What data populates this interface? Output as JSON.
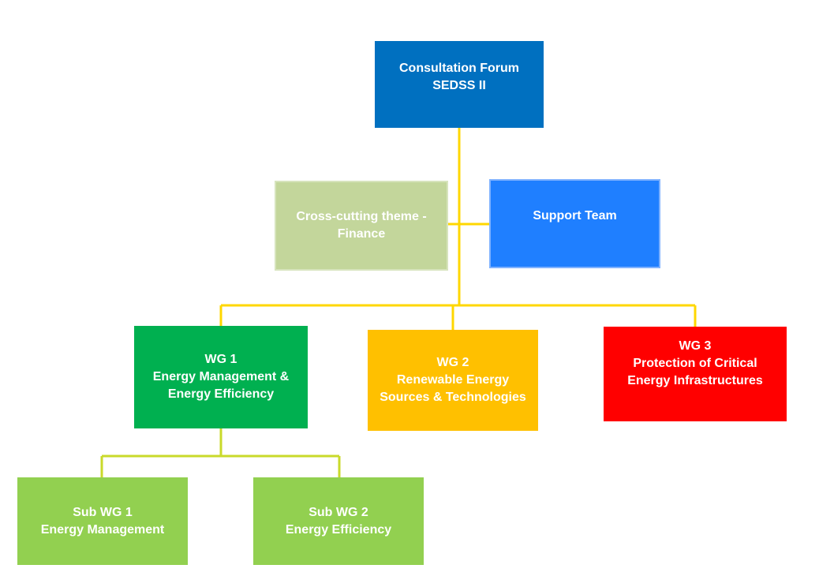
{
  "colors": {
    "connector": "#FFD700",
    "connector_lower": "#C9DA2A",
    "forum": "#0070C0",
    "finance": "#C3D69B",
    "support": "#1F7FFF",
    "wg1": "#00B050",
    "wg2": "#FFC000",
    "wg3": "#FF0000",
    "sub_wg": "#92D050"
  },
  "nodes": {
    "forum": {
      "line1": "Consultation Forum",
      "line2": "SEDSS II"
    },
    "finance": {
      "line1": "Cross-cutting theme -",
      "line2": "Finance"
    },
    "support": {
      "line1": "Support Team"
    },
    "wg1": {
      "line1": "WG 1",
      "line2": "Energy Management &",
      "line3": "Energy Efficiency"
    },
    "wg2": {
      "line1": "WG 2",
      "line2": "Renewable Energy",
      "line3": "Sources & Technologies"
    },
    "wg3": {
      "line1": "WG 3",
      "line2": "Protection of Critical",
      "line3": "Energy Infrastructures"
    },
    "sub1": {
      "line1": "Sub WG 1",
      "line2": "Energy Management"
    },
    "sub2": {
      "line1": "Sub WG 2",
      "line2": "Energy Efficiency"
    }
  }
}
